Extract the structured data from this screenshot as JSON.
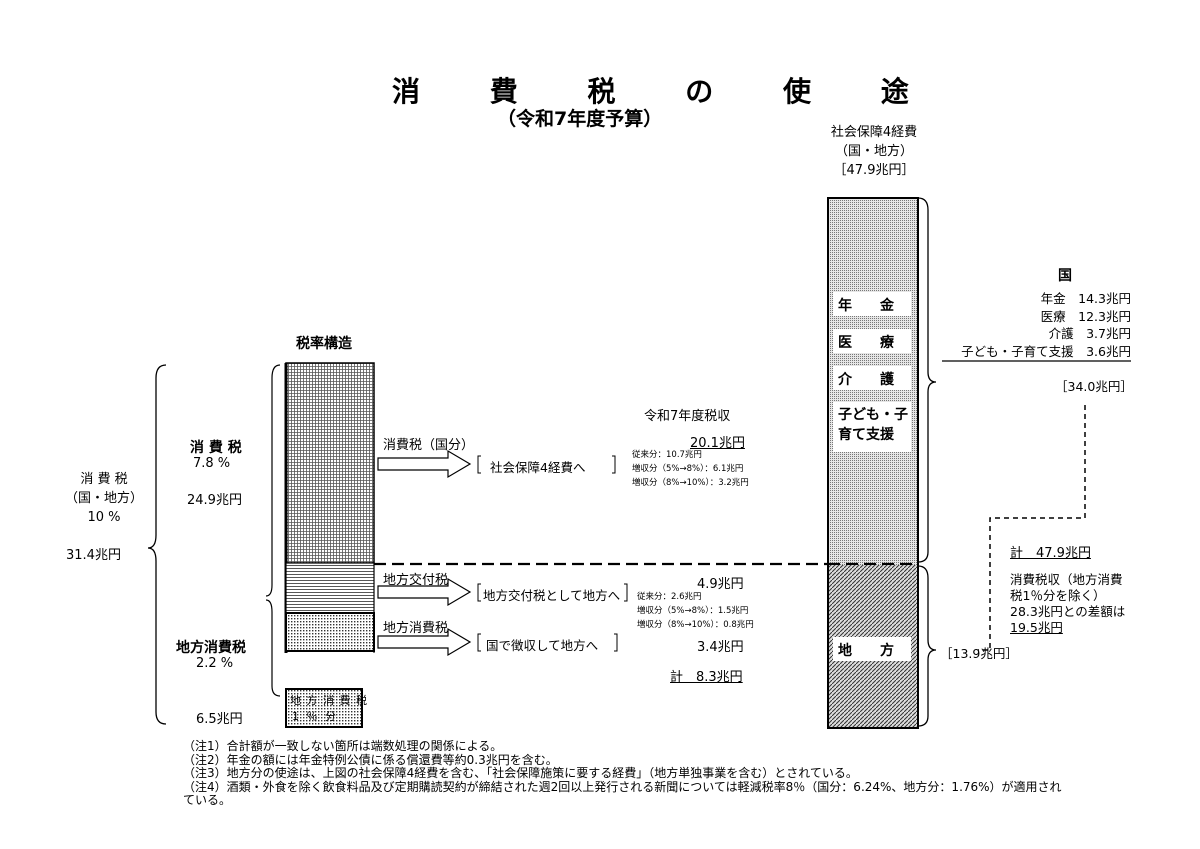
{
  "title": "消 費 税 の 使 途",
  "subtitle": "（令和7年度予算）",
  "rate_structure": {
    "heading": "税率構造",
    "total_label_lines": [
      "消 費 税",
      "（国・地方）",
      "10 %"
    ],
    "total_amount": "31.4兆円",
    "national_label": "消 費 税",
    "national_rate": "7.8 %",
    "national_amount": "24.9兆円",
    "local_label": "地方消費税",
    "local_rate": "2.2 %",
    "local_amount": "6.5兆円",
    "small_box_line1": "地 方 消 費 税",
    "small_box_line2": "1 ％ 分"
  },
  "flows": {
    "national_arrow_label": "消費税（国分）",
    "national_dest": "社会保障4経費へ",
    "kofu_arrow_label": "地方交付税",
    "kofu_dest": "地方交付税として地方へ",
    "local_arrow_label": "地方消費税",
    "local_dest": "国で徴収して地方へ"
  },
  "revenue": {
    "heading": "令和7年度税収",
    "national_total": "20.1兆円",
    "national_breakdown": [
      "従来分：10.7兆円",
      "増収分（5%→8%）：6.1兆円",
      "増収分（8%→10%）：3.2兆円"
    ],
    "kofu_total": "4.9兆円",
    "kofu_breakdown": [
      "従来分：2.6兆円",
      "増収分（5%→8%）：1.5兆円",
      "増収分（8%→10%）：0.8兆円"
    ],
    "local_total": "3.4兆円",
    "sum": "計　8.3兆円"
  },
  "social_security": {
    "heading_lines": [
      "社会保障4経費",
      "（国・地方）",
      "［47.9兆円］"
    ],
    "labels": [
      "年　　金",
      "医　　療",
      "介　　護",
      "子ども・子育て支援"
    ],
    "local_label": "地　　方"
  },
  "national_breakdown": {
    "heading": "国",
    "items": [
      {
        "label": "年金",
        "value": "14.3兆円"
      },
      {
        "label": "医療",
        "value": "12.3兆円"
      },
      {
        "label": "介護",
        "value": "3.7兆円"
      },
      {
        "label": "子ども・子育て支援",
        "value": "3.6兆円"
      }
    ],
    "total": "［34.0兆円］"
  },
  "local_total": "［13.9兆円］",
  "gap": {
    "total": "計　47.9兆円",
    "text_lines": [
      "消費税収（地方消費",
      "税1％分を除く）",
      "28.3兆円との差額は"
    ],
    "diff": "19.5兆円"
  },
  "notes": [
    "（注1）合計額が一致しない箇所は端数処理の関係による。",
    "（注2）年金の額には年金特例公債に係る償還費等約0.3兆円を含む。",
    "（注3）地方分の使途は、上図の社会保障4経費を含む、「社会保障施策に要する経費」（地方単独事業を含む）とされている。",
    "（注4）酒類・外食を除く飲食料品及び定期購読契約が締結された週2回以上発行される新聞については軽減税率8％（国分：6.24%、地方分：1.76%）が適用され",
    "ている。"
  ]
}
